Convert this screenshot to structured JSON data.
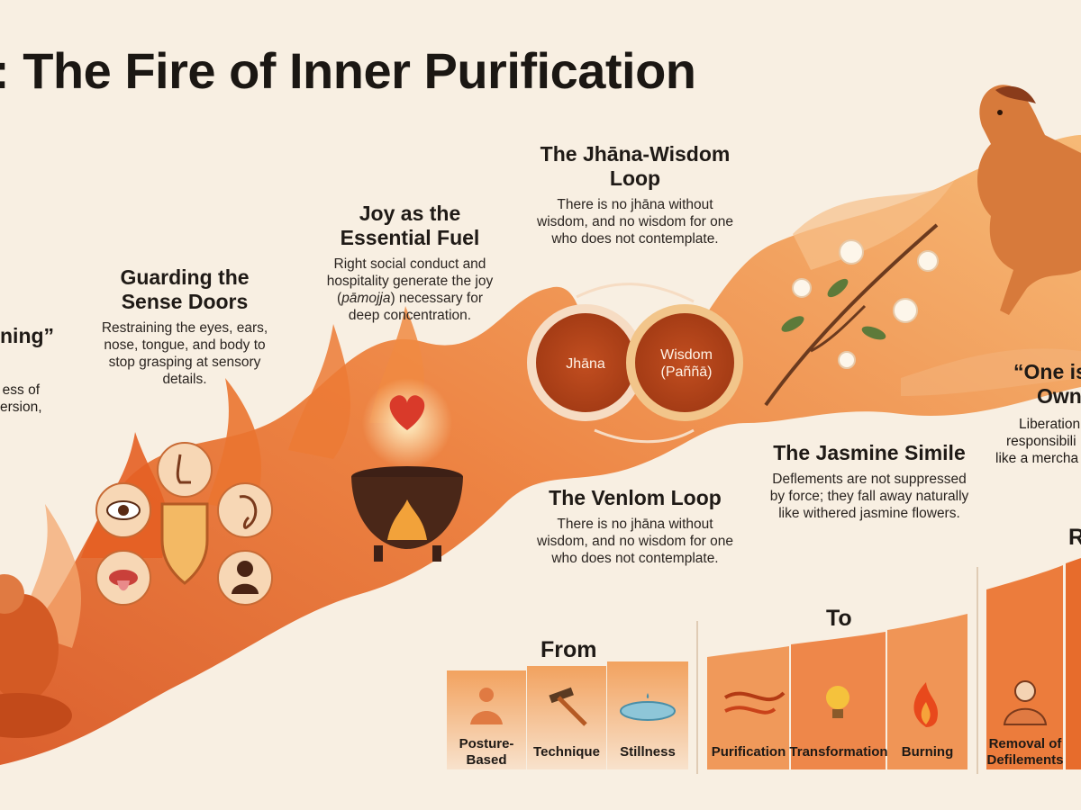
{
  "title": ": The Fire of Inner Purification",
  "left_partial": {
    "heading": "ning”",
    "line1": "ess of",
    "line2": "ersion,"
  },
  "guarding": {
    "heading_line1": "Guarding the",
    "heading_line2": "Sense Doors",
    "body_line1": "Restraining the eyes, ears,",
    "body_line2": "nose, tongue, and body to",
    "body_line3": "stop grasping at sensory",
    "body_line4": "details."
  },
  "joy": {
    "heading_line1": "Joy as the",
    "heading_line2": "Essential Fuel",
    "body_line1": "Right social conduct and",
    "body_line2": "hospitality generate the joy",
    "body_line3_italic": "pāmojja",
    "body_line3_rest": ") necessary for",
    "body_line3_open": "(",
    "body_line4": "deep concentration."
  },
  "jhana_loop": {
    "heading_line1": "The Jhāna-Wisdom",
    "heading_line2": "Loop",
    "body_line1": "There is no jhāna without",
    "body_line2": "wisdom, and no wisdom for one",
    "body_line3": "who does not contemplate.",
    "ring_left": "Jhāna",
    "ring_right_line1": "Wisdom",
    "ring_right_line2": "(Paññā)"
  },
  "venlom_loop": {
    "heading": "The Venlom Loop",
    "body_line1": "There is no jhāna without",
    "body_line2": "wisdom, and no wisdom for one",
    "body_line3": "who does not contemplate."
  },
  "jasmine": {
    "heading": "The Jasmine Simile",
    "body_line1": "Deflements are not suppressed",
    "body_line2": "by force; they fall away naturally",
    "body_line3": "like withered jasmine flowers."
  },
  "right_partial": {
    "heading_line1": "“One is",
    "heading_line2": "Own",
    "body_line1": "Liberation",
    "body_line2": "responsibili",
    "body_line3": "like a mercha",
    "letter": "R"
  },
  "from_section": {
    "header": "From",
    "items": [
      {
        "label_line1": "Posture-",
        "label_line2": "Based",
        "icon": "meditating-monk-icon"
      },
      {
        "label_line1": "Technique",
        "label_line2": "",
        "icon": "hammer-icon"
      },
      {
        "label_line1": "Stillness",
        "label_line2": "",
        "icon": "water-bowl-icon"
      }
    ]
  },
  "to_section": {
    "header": "To",
    "items": [
      {
        "label_line1": "Purification",
        "label_line2": "",
        "icon": "wind-swirl-icon"
      },
      {
        "label_line1": "Transformation",
        "label_line2": "",
        "icon": "lightbulb-icon"
      },
      {
        "label_line1": "Burning",
        "label_line2": "",
        "icon": "flame-icon"
      }
    ]
  },
  "result_section": {
    "items": [
      {
        "label_line1": "Removal of",
        "label_line2": "Defilements",
        "icon": "monk-figure-icon"
      }
    ]
  },
  "colors": {
    "flame_dark": "#c9421a",
    "flame_mid": "#e8692a",
    "flame_light": "#f6a45b",
    "background": "#f8efe2"
  }
}
